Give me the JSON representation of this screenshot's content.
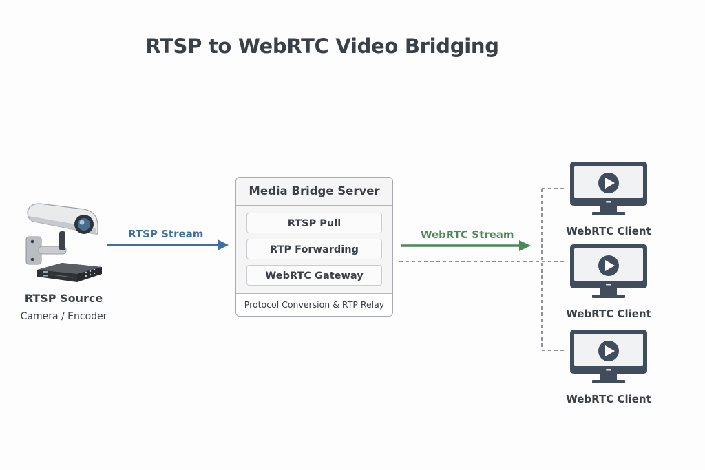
{
  "title": "RTSP to WebRTC Video Bridging",
  "source": {
    "icon": "cctv-camera-with-encoder-icon",
    "label": "RTSP Source",
    "sublabel": "Camera / Encoder"
  },
  "links": {
    "rtsp": {
      "label": "RTSP Stream",
      "color": "#3d6ea6"
    },
    "webrtc": {
      "label": "WebRTC Stream",
      "color": "#4a8a57"
    },
    "fanout_color": "#6b7078"
  },
  "server": {
    "title": "Media Bridge Server",
    "modules": [
      "RTSP Pull",
      "RTP Forwarding",
      "WebRTC Gateway"
    ],
    "footer": "Protocol Conversion & RTP Relay"
  },
  "clients": [
    {
      "label": "WebRTC Client",
      "icon": "monitor-play-icon"
    },
    {
      "label": "WebRTC Client",
      "icon": "monitor-play-icon"
    },
    {
      "label": "WebRTC Client",
      "icon": "monitor-play-icon"
    }
  ],
  "colors": {
    "icon_dark": "#414c5c",
    "screen": "#f1f2f3"
  }
}
